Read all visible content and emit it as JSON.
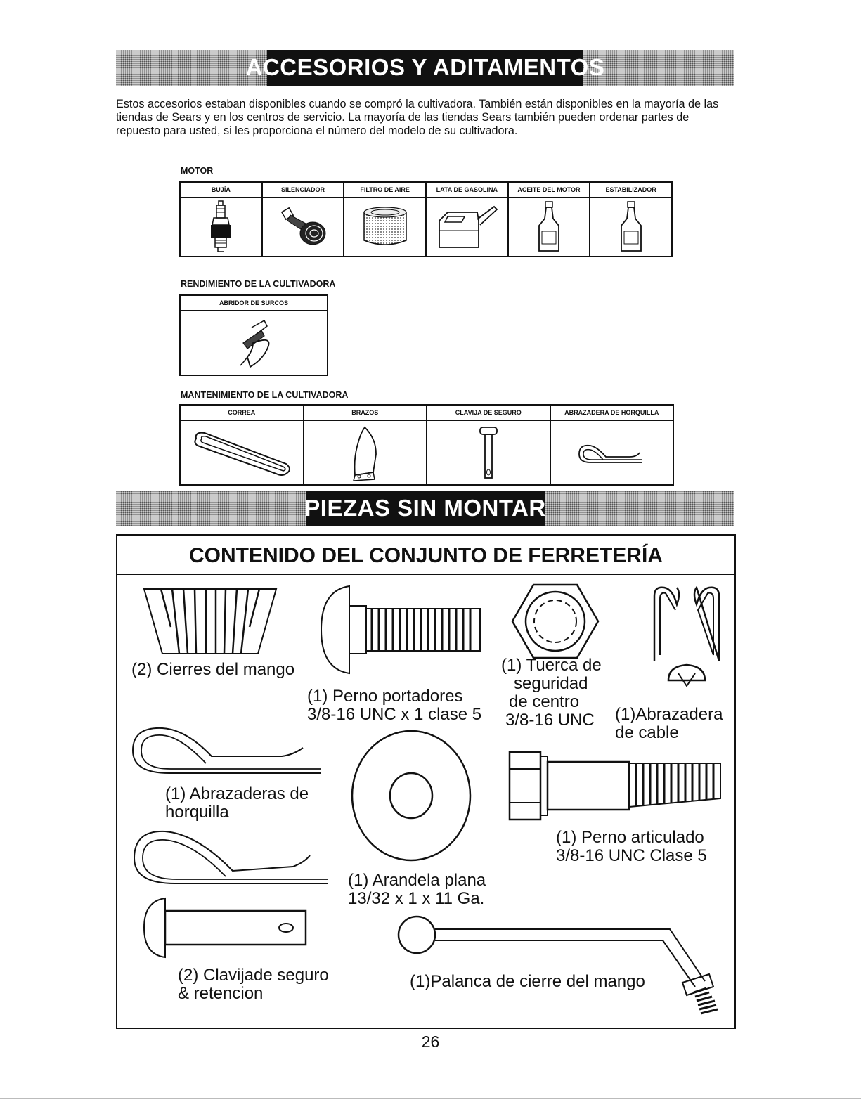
{
  "accessories": {
    "banner": "ACCESORIOS Y ADITAMENTOS",
    "intro": "Estos accesorios estaban disponibles cuando se compró la cultivadora. También están disponibles en la mayoría de las tiendas de Sears y en los centros de servicio. La mayoría de las tiendas Sears también pueden ordenar partes de repuesto para usted, si les proporciona el número del modelo de su cultivadora.",
    "motor": {
      "label": "MOTOR",
      "items": [
        "BUJÍA",
        "SILENCIADOR",
        "FILTRO DE AIRE",
        "LATA DE GASOLINA",
        "ACEITE DEL MOTOR",
        "ESTABILIZADOR"
      ]
    },
    "performance": {
      "label": "RENDIMIENTO DE LA CULTIVADORA",
      "items": [
        "ABRIDOR DE SURCOS"
      ]
    },
    "maintenance": {
      "label": "MANTENIMIENTO DE LA CULTIVADORA",
      "items": [
        "CORREA",
        "BRAZOS",
        "CLAVIJA DE SEGURO",
        "ABRAZADERA DE HORQUILLA"
      ]
    }
  },
  "unassembled": {
    "banner": "PIEZAS SIN MONTAR",
    "title": "CONTENIDO DEL CONJUNTO DE FERRETERÍA",
    "parts": {
      "handle_locks": "(2) Cierres del mango",
      "carriage_bolt_1": "(1) Perno portadores",
      "carriage_bolt_2": "3/8-16 UNC x 1 clase 5",
      "lock_nut_1": "(1) Tuerca de",
      "lock_nut_2": "seguridad",
      "lock_nut_3": "de centro",
      "lock_nut_4": "3/8-16 UNC",
      "cable_clamp_1": "(1)Abrazadera",
      "cable_clamp_2": "de cable",
      "hairpin_1": "(1) Abrazaderas de",
      "hairpin_2": "horquilla",
      "hinge_bolt_1": "(1) Perno articulado",
      "hinge_bolt_2": "3/8-16 UNC Clase 5",
      "washer_1": "(1) Arandela plana",
      "washer_2": "13/32 x 1 x 11 Ga.",
      "clevis_pin_1": "(2) Clavijade seguro",
      "clevis_pin_2": "& retencion",
      "lever": "(1)Palanca de cierre del mango"
    }
  },
  "page_number": "26"
}
